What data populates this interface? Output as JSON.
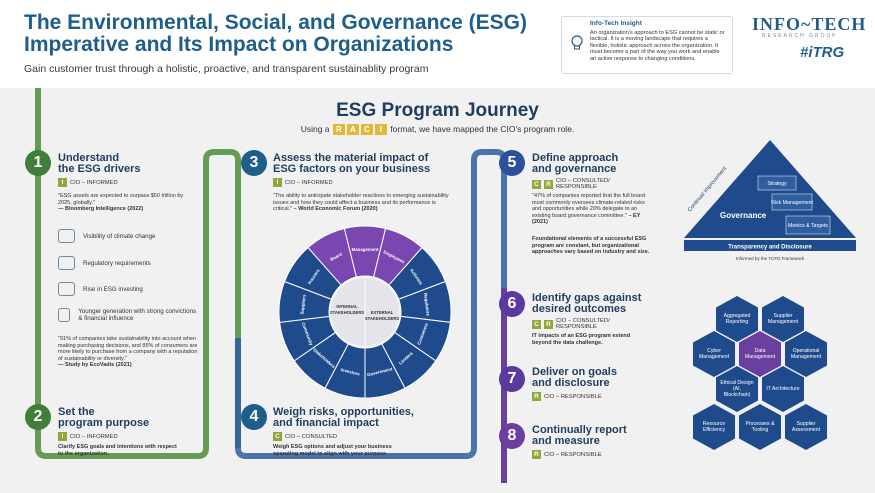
{
  "header": {
    "title_line1": "The Environmental, Social, and Governance (ESG)",
    "title_line2": "Imperative and Its Impact on Organizations",
    "subtitle": "Gain customer trust through a holistic, proactive, and transparent sustainablity program",
    "insight_title": "Info-Tech Insight",
    "insight_text": "An organization's approach to ESG cannot be static or tactical. It is a moving landscape that requires a flexible, holistic approach across the organization. It must become a part of the way you work and enable an active response to changing conditions.",
    "logo": "INFO~TECH",
    "logo_sub": "RESEARCH GROUP",
    "trg": "#iTRG"
  },
  "journey": {
    "title": "ESG Program Journey",
    "raci_pre": "Using a",
    "raci_letters": [
      "R",
      "A",
      "C",
      "I"
    ],
    "raci_post": "format, we have mapped the CIO's program role."
  },
  "steps": [
    {
      "num": "1",
      "title_l1": "Understand",
      "title_l2": "the ESG drivers",
      "badge": "I",
      "role": "CIO – INFORMED",
      "quote": "\"ESG assets are expected to surpass $50 trillion by 2025, globally.\"",
      "source": "— Bloomberg Intelligence (2022)",
      "drivers": [
        "Visibility of climate change",
        "Regulatory requirements",
        "Rise in ESG investing",
        "Younger generation with strong convictions & financial influence"
      ],
      "quote2": "\"91% of companies take sustainability into account when making purchasing decisions, and 85% of consumers are more likely to purchase from a company with a reputation of sustainability or diversity.\"",
      "source2": "— Study by EcoVadis (2021)"
    },
    {
      "num": "2",
      "title_l1": "Set the",
      "title_l2": "program purpose",
      "badge": "I",
      "role": "CIO – INFORMED",
      "text": "Clarify ESG goals and intentions with respect to the organization."
    },
    {
      "num": "3",
      "title_l1": "Assess the material impact of",
      "title_l2": "ESG factors on your business",
      "badge": "I",
      "role": "CIO – INFORMED",
      "quote": "\"The ability to anticipate stakeholder reactions to emerging sustainability issues and how they could affect a business and its performance is critical.\"",
      "source": "– World Economic Forum (2020)",
      "wheel": {
        "internal_label_1": "INTERNAL",
        "internal_label_2": "STAKEHOLDERS",
        "external_label_1": "EXTERNAL",
        "external_label_2": "STAKEHOLDERS",
        "internal": [
          "Board",
          "Management",
          "Employees"
        ],
        "external": [
          "Activists",
          "Regulators",
          "Customers",
          "Lenders",
          "Government",
          "Investors",
          "Stakeholders",
          "Community",
          "Suppliers",
          "Insurers"
        ]
      }
    },
    {
      "num": "4",
      "title_l1": "Weigh risks, opportunities,",
      "title_l2": "and financial impact",
      "badge": "C",
      "role": "CIO – CONSULTED",
      "text": "Weigh ESG options and adjust your business operating model to align with your purpose."
    },
    {
      "num": "5",
      "title_l1": "Define approach",
      "title_l2": "and governance",
      "badges": [
        "C",
        "R"
      ],
      "role": "CIO – CONSULTED/ RESPONSIBLE",
      "quote": "\"47% of companies reported that the full board most commonly oversees climate-related risks and opportunities while 20% delegate to an existing board governance committee.\"",
      "source": "– EY (2021)",
      "text": "Foundational elements of a successful ESG program are constant, but organizational approaches vary based on industry and size."
    },
    {
      "num": "6",
      "title_l1": "Identify gaps against",
      "title_l2": "desired outcomes",
      "badges": [
        "C",
        "R"
      ],
      "role": "CIO – CONSULTED/ RESPONSIBLE",
      "text": "IT impacts of an ESG program extend beyond the data challenge."
    },
    {
      "num": "7",
      "title_l1": "Deliver on goals",
      "title_l2": "and disclosure",
      "badge": "R",
      "role": "CIO – RESPONSIBLE"
    },
    {
      "num": "8",
      "title_l1": "Continually report",
      "title_l2": "and measure",
      "badge": "R",
      "role": "CIO – RESPONSIBLE"
    }
  ],
  "pyramid": {
    "side": "Continual Improvement",
    "governance": "Governance",
    "strategy": "Strategy",
    "risk": "Risk Management",
    "metrics": "Metrics & Targets",
    "base": "Transparency and Disclosure",
    "caption": "Informed by the TCFD Framework"
  },
  "hexes": [
    "Aggregated Reporting",
    "Supplier Management",
    "Cyber Management",
    "Data Management",
    "Operational Management",
    "Ethical Design (AI, Blockchain)",
    "IT Architecture",
    "Resource Efficiency",
    "Processes & Tooling",
    "Supplier Assessment"
  ],
  "colors": {
    "step1": "#3f7f3a",
    "step2": "#3f7f3a",
    "step3": "#1f5e8a",
    "step4": "#1f5e8a",
    "step5": "#2e4f9c",
    "step6": "#5b3a9e",
    "step7": "#5b3a9e",
    "step8": "#6b3fa0"
  }
}
